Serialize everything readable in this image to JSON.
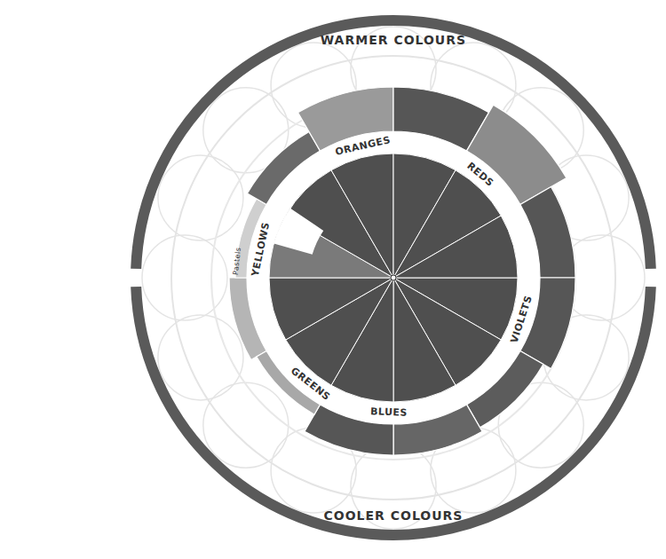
{
  "diagram": {
    "labels": [
      "WARMER COLOURS",
      "ORANGES",
      "REDS",
      "Pastels",
      "YELLOWS",
      "VIOLETS",
      "GREENS",
      "BLUES",
      "COOLER COLOURS"
    ]
  }
}
